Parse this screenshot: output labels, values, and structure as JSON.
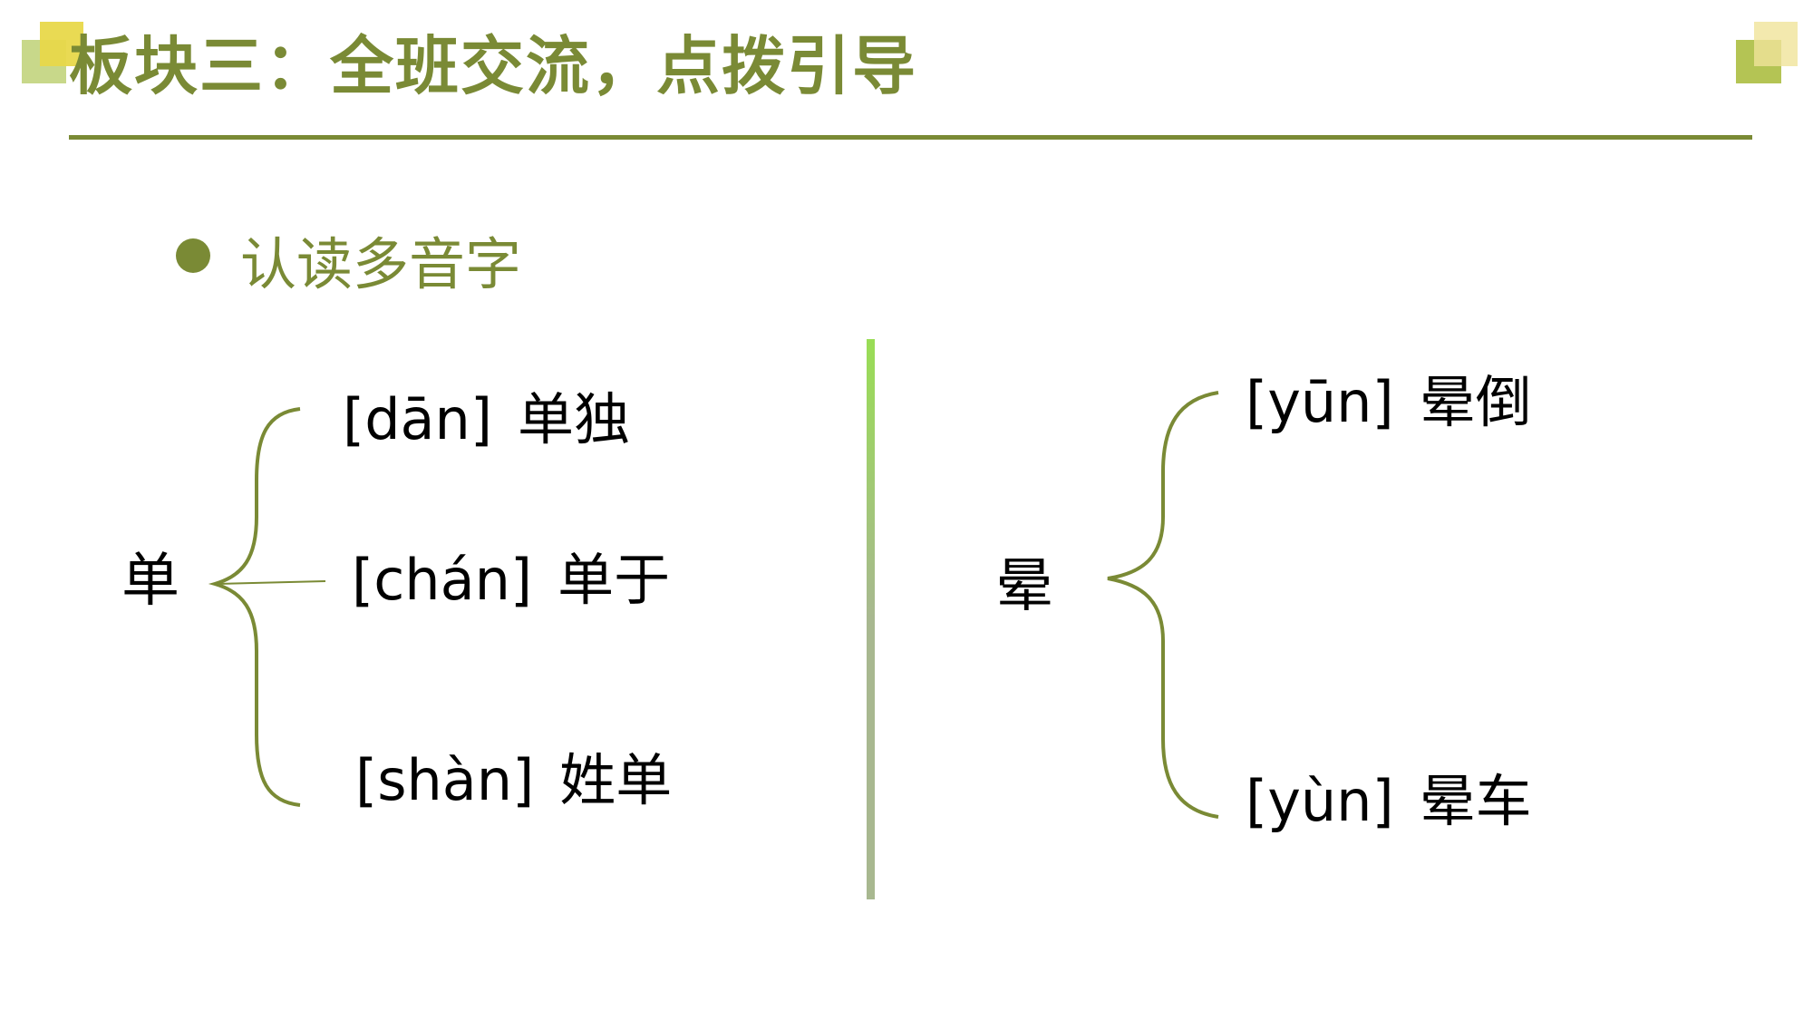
{
  "slide": {
    "title": "板块三：全班交流，点拨引导",
    "subtitle": "认读多音字",
    "accent_color": "#7a8a35",
    "left_group": {
      "character": "单",
      "readings": [
        {
          "pinyin": "[dān]",
          "word": "单独"
        },
        {
          "pinyin": "[chán]",
          "word": "单于"
        },
        {
          "pinyin": "[shàn]",
          "word": "姓单"
        }
      ]
    },
    "right_group": {
      "character": "晕",
      "readings": [
        {
          "pinyin": "[yūn]",
          "word": "晕倒"
        },
        {
          "pinyin": "[yùn]",
          "word": "晕车"
        }
      ]
    }
  }
}
